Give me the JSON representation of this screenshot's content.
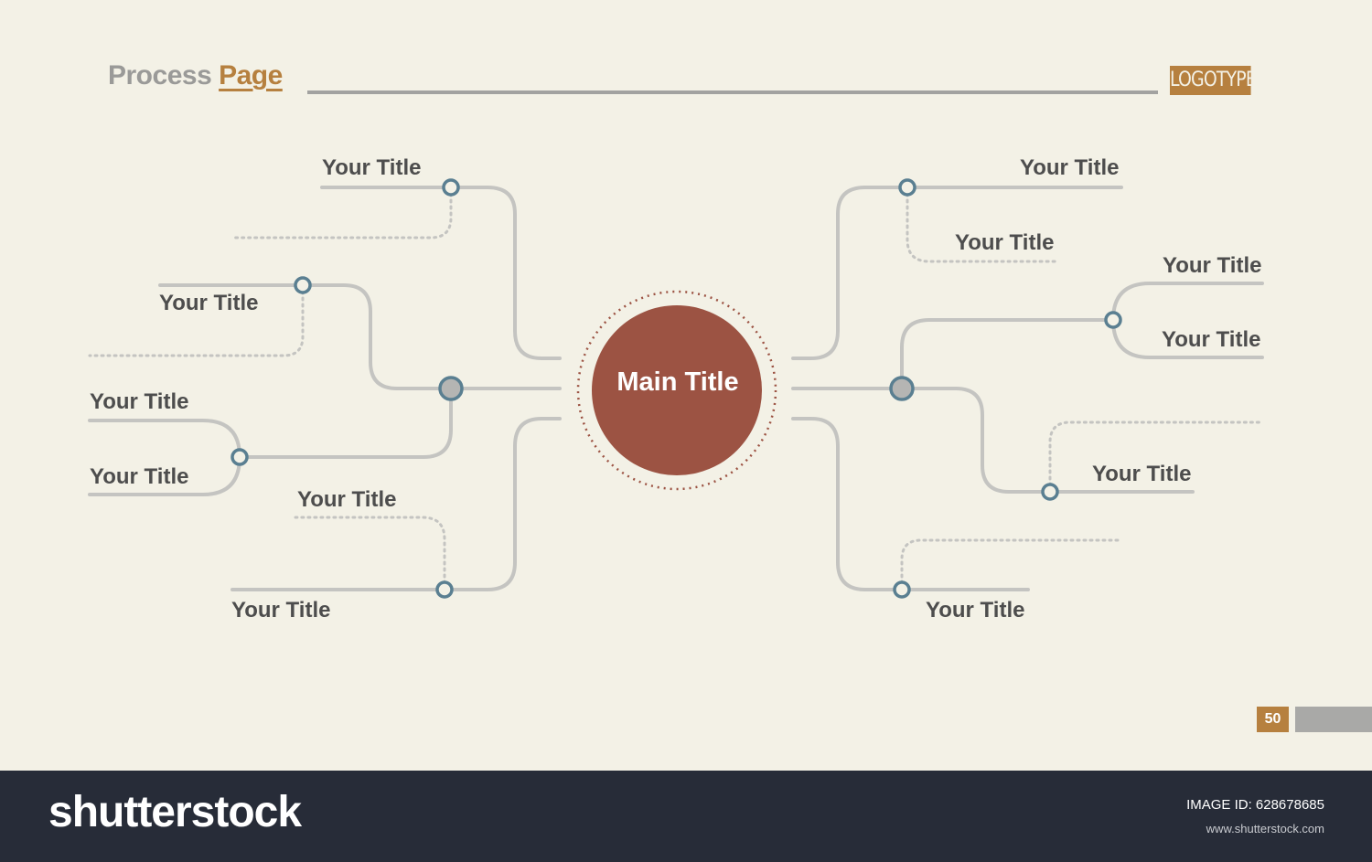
{
  "header": {
    "title_part1": "Process",
    "title_part2": "Page",
    "logotype": "LOGOTYPE"
  },
  "diagram": {
    "center": "Main Title",
    "labels": [
      "Your Title",
      "Your Title",
      "Your Title",
      "Your Title",
      "Your Title",
      "Your Title",
      "Your Title",
      "Your Title",
      "Your Title",
      "Your Title",
      "Your Title",
      "Your Title"
    ]
  },
  "page_number": "50",
  "footer": {
    "brand": "shutterstock",
    "image_id": "IMAGE ID: 628678685",
    "site": "www.shutterstock.com"
  },
  "colors": {
    "background": "#f3f1e6",
    "accent": "#b6803f",
    "center_circle": "#9c5343",
    "connector": "#c4c4c1",
    "node_stroke": "#5a7f91",
    "footer": "#272c38"
  }
}
